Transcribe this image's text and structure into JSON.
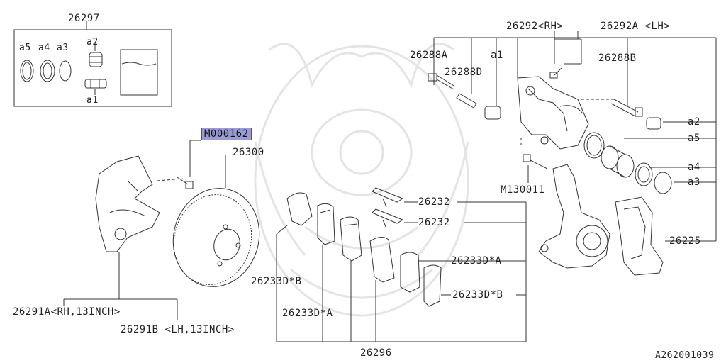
{
  "labels": {
    "p26297": "26297",
    "kit_a5": "a5",
    "kit_a4": "a4",
    "kit_a3": "a3",
    "kit_a2": "a2",
    "kit_a1": "a1",
    "p26292_rh": "26292<RH>",
    "p26292a_lh": "26292A <LH>",
    "p26288a": "26288A",
    "p26288d": "26288D",
    "a1": "a1",
    "p26288b": "26288B",
    "r_a2": "a2",
    "r_a5": "a5",
    "r_a4": "a4",
    "r_a3": "a3",
    "m000162": "M000162",
    "p26300": "26300",
    "m130011": "M130011",
    "p26232_1": "26232",
    "p26232_2": "26232",
    "p26225": "26225",
    "p26233da_r": "26233D*A",
    "p26233db_l": "26233D*B",
    "p26233db_r": "26233D*B",
    "p26233da_l": "26233D*A",
    "p26291a": "26291A<RH,13INCH>",
    "p26291b": "26291B <LH,13INCH>",
    "p26296": "26296",
    "figure_id": "A262001039"
  },
  "colors": {
    "line": "#333333",
    "highlight": "#9a9ad6",
    "watermark": "#e6e6e6"
  }
}
